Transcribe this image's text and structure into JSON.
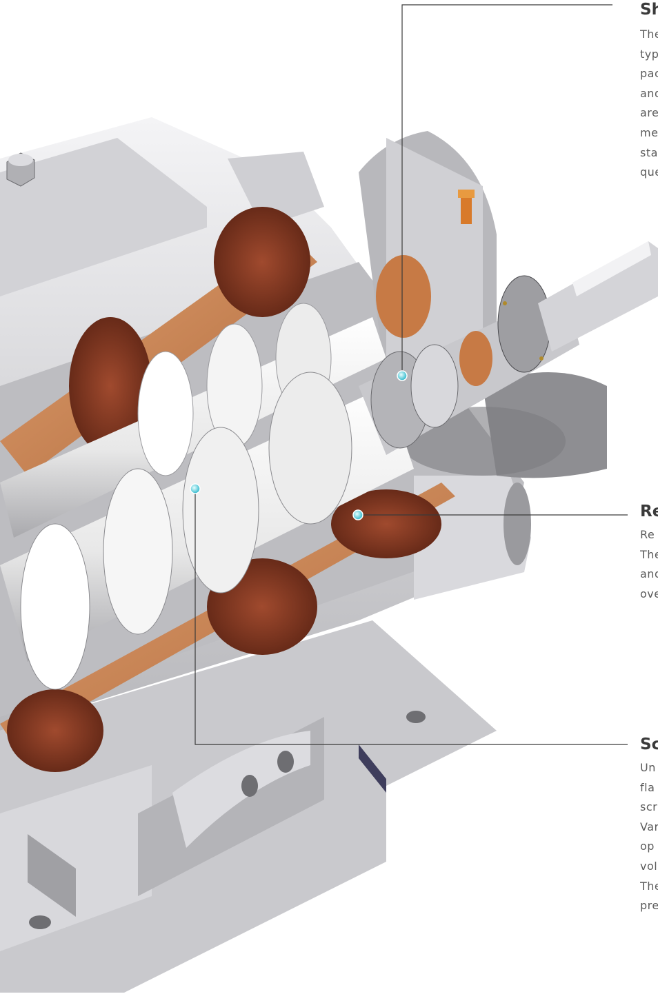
{
  "callouts": {
    "shaft": {
      "title": "Sh",
      "lines": [
        "The",
        "typ",
        "pac",
        "and",
        "are",
        "me",
        "sta",
        "que"
      ]
    },
    "relief": {
      "title": "Re",
      "lines": [
        "Re",
        "The",
        "and",
        "ove"
      ]
    },
    "screws": {
      "title": "Sc",
      "lines": [
        "Un",
        "fla",
        "scr",
        "Var",
        "op",
        "vol",
        "The",
        "pre"
      ]
    }
  },
  "colors": {
    "casing_light": "#e6e6e8",
    "casing_shadow": "#9a9a9e",
    "copper": "#c9814f",
    "copper_dark": "#7a3a22",
    "screw_silver": "#f2f2f2",
    "leader_line": "#3a3a3a",
    "marker_dot": "#4fd0e0"
  }
}
